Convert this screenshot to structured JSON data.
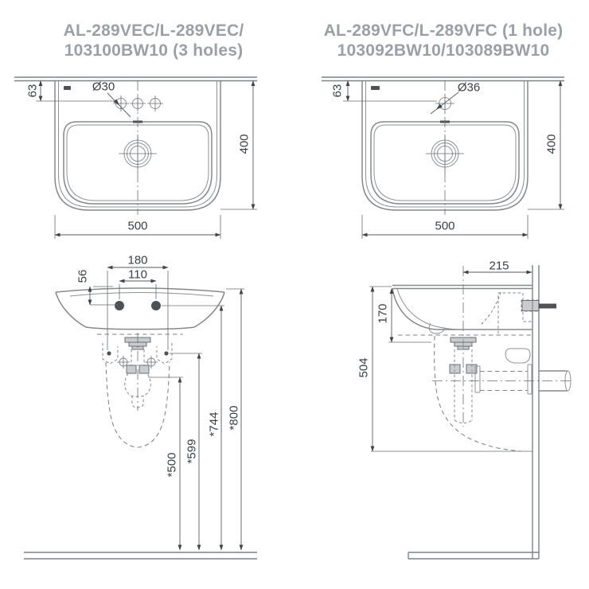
{
  "colors": {
    "title_text": "#9ba0a6",
    "dimension_text": "#3a3f44",
    "object_line": "#85898e",
    "background": "#ffffff"
  },
  "header": {
    "left_product": {
      "line1": "AL-289VEC/L-289VEC/",
      "line2": "103100BW10 (3 holes)"
    },
    "right_product": {
      "line1": "AL-289VFC/L-289VFC (1 hole)",
      "line2": "103092BW10/103089BW10"
    }
  },
  "drawings": {
    "top_left_plan_view": {
      "dims": {
        "hole_diameter": "Ø30",
        "hole_offset": "63",
        "depth": "400",
        "width": "500"
      }
    },
    "top_right_plan_view": {
      "dims": {
        "hole_diameter": "Ø36",
        "hole_offset": "63",
        "depth": "400",
        "width": "500"
      }
    },
    "bottom_left_rear_view": {
      "dims": {
        "pedestal_hole_spacing": "180",
        "mounting_hole_spacing": "110",
        "rim_to_mounting_holes": "56",
        "trap_outlet_height": "*500",
        "pedestal_hole_height": "*599",
        "mounting_hole_height": "*744",
        "rim_height": "*800"
      }
    },
    "bottom_right_side_view": {
      "dims": {
        "drain_center_to_wall": "215",
        "rim_to_underside": "170",
        "rim_to_shelf": "504"
      }
    }
  }
}
